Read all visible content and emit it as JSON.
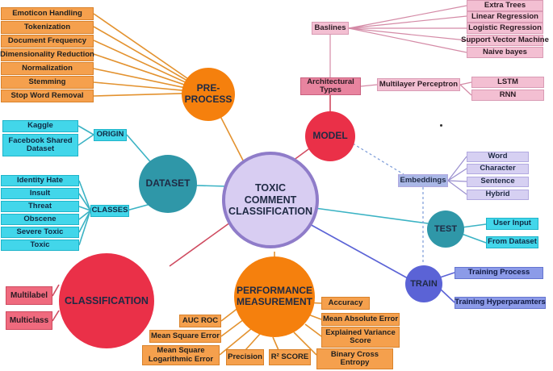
{
  "center": "TOXIC COMMENT CLASSIFICATION",
  "preprocess": {
    "title": "PRE-PROCESS",
    "items": [
      "Emoticon Handling",
      "Tokenization",
      "Document Frequency",
      "Dimensionality Reduction",
      "Normalization",
      "Stemming",
      "Stop Word Removal"
    ]
  },
  "model": {
    "title": "MODEL",
    "baselines": "Baslines",
    "baseline_items": [
      "Extra Trees",
      "Linear Regression",
      "Logistic Regression",
      "Support Vector Machine",
      "Naive bayes"
    ],
    "architectural": "Architectural Types",
    "mlp": "Multilayer Perceptron",
    "mlp_items": [
      "LSTM",
      "RNN"
    ]
  },
  "dataset": {
    "title": "DATASET",
    "origin": "ORIGIN",
    "origin_items": [
      "Kaggle",
      "Facebook Shared Dataset"
    ],
    "classes": "CLASSES",
    "class_items": [
      "Identity Hate",
      "Insult",
      "Threat",
      "Obscene",
      "Severe Toxic",
      "Toxic"
    ]
  },
  "test": {
    "title": "TEST",
    "embeddings": "Embeddings",
    "embedding_items": [
      "Word",
      "Character",
      "Sentence",
      "Hybrid"
    ],
    "items": [
      "User Input",
      "From Dataset"
    ]
  },
  "train": {
    "title": "TRAIN",
    "items": [
      "Training Process",
      "Training Hyperparamters"
    ]
  },
  "classification": {
    "title": "CLASSIFICATION",
    "items": [
      "Multilabel",
      "Multiclass"
    ]
  },
  "performance": {
    "title": "PERFORMANCE MEASUREMENT",
    "left_items": [
      "AUC ROC",
      "Mean Square Error",
      "Mean Square Logarithmic Error",
      "Precision",
      "R² SCORE"
    ],
    "right_items": [
      "Accuracy",
      "Mean Absolute Error",
      "Explained Variance Score",
      "Binary Cross Entropy"
    ]
  },
  "colors": {
    "preprocess": "#f5800d",
    "model": "#ea3048",
    "dataset": "#2f97a8",
    "test": "#2f97a8",
    "train": "#5b63d6",
    "classification": "#ea3048",
    "performance": "#f5800d",
    "center": "#d8cdf2"
  }
}
